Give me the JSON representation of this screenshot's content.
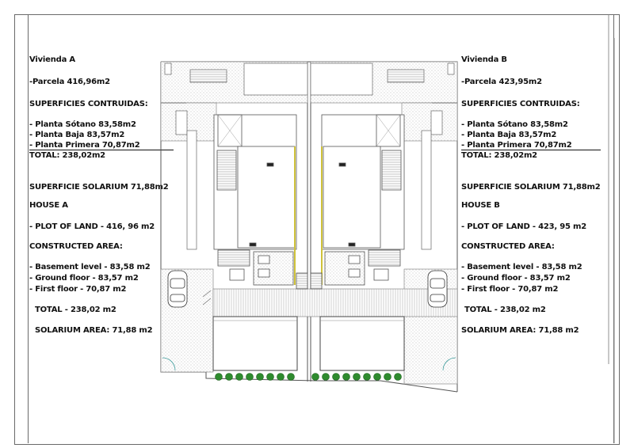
{
  "vivienda_a": {
    "title": "Vivienda A",
    "parcela": "-Parcela 416,96m2",
    "sup_header": "SUPERFICIES CONTRUIDAS:",
    "sotano": "- Planta Sótano 83,58m2",
    "baja": "- Planta Baja 83,57m2",
    "primera": "- Planta Primera 70,87m2",
    "total": "TOTAL: 238,02m2",
    "solarium": "SUPERFICIE SOLARIUM 71,88m2"
  },
  "house_a": {
    "title": "HOUSE A",
    "plot": "- PLOT OF LAND - 416, 96 m2",
    "constructed": "CONSTRUCTED AREA:",
    "basement": "- Basement level - 83,58 m2",
    "ground": "- Ground floor - 83,57 m2",
    "first": "- First floor - 70,87 m2",
    "total": "TOTAL - 238,02 m2",
    "solarium": "SOLARIUM AREA: 71,88 m2"
  },
  "vivienda_b": {
    "title": "Vivienda B",
    "parcela": "-Parcela 423,95m2",
    "sup_header": "SUPERFICIES CONTRUIDAS:",
    "sotano": "- Planta Sótano 83,58m2",
    "baja": "- Planta Baja 83,57m2",
    "primera": "- Planta Primera 70,87m2",
    "total": "TOTAL: 238,02m2",
    "solarium": "SUPERFICIE SOLARIUM 71,88m2"
  },
  "house_b": {
    "title": "HOUSE B",
    "plot": "- PLOT OF LAND - 423, 95 m2",
    "constructed": "CONSTRUCTED AREA:",
    "basement": "- Basement level - 83,58 m2",
    "ground": "- Ground floor - 83,57 m2",
    "first": "- First floor - 70,87 m2",
    "total": "TOTAL - 238,02 m2",
    "solarium": "SOLARIUM AREA: 71,88 m2"
  },
  "colors": {
    "line": "#555555",
    "light_line": "#9a9a9a",
    "tree": "#2e8b2e",
    "paving": "#b8b8b8"
  }
}
